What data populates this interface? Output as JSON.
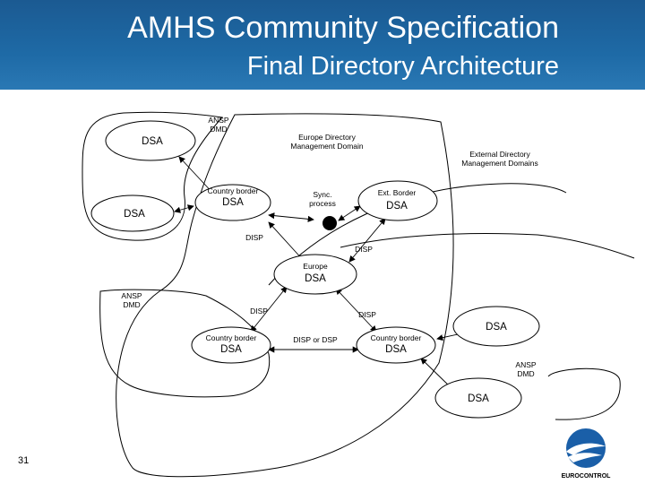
{
  "header": {
    "title": "AMHS Community Specification",
    "subtitle": "Final Directory Architecture"
  },
  "diagram": {
    "labels": {
      "dsa_top_left": "DSA",
      "dsa_mid_left": "DSA",
      "ansp_dmd_top": "ANSP\nDMD",
      "europe_dmd": "Europe Directory\nManagement Domain",
      "external_dmd": "External Directory\nManagement Domains",
      "country_border_top": "Country border",
      "dsa_country_top": "DSA",
      "sync_process": "Sync.\nprocess",
      "ext_border": "Ext. Border",
      "dsa_ext_border": "DSA",
      "disp_left": "DISP",
      "disp_right": "DISP",
      "europe": "Europe",
      "dsa_europe": "DSA",
      "ansp_dmd_left": "ANSP\nDMD",
      "disp_lower_left": "DISP",
      "disp_lower_right": "DISP",
      "country_border_bl": "Country border",
      "dsa_country_bl": "DSA",
      "disp_or_dsp": "DISP or DSP",
      "country_border_br": "Country border",
      "dsa_country_br": "DSA",
      "dsa_right": "DSA",
      "ansp_dmd_right": "ANSP\nDMD",
      "dsa_bottom": "DSA"
    }
  },
  "footer": {
    "page_number": "31",
    "logo_text": "EUROCONTROL"
  },
  "colors": {
    "header_blue": "#1e6aa6",
    "logo_blue": "#1a5fa8"
  }
}
